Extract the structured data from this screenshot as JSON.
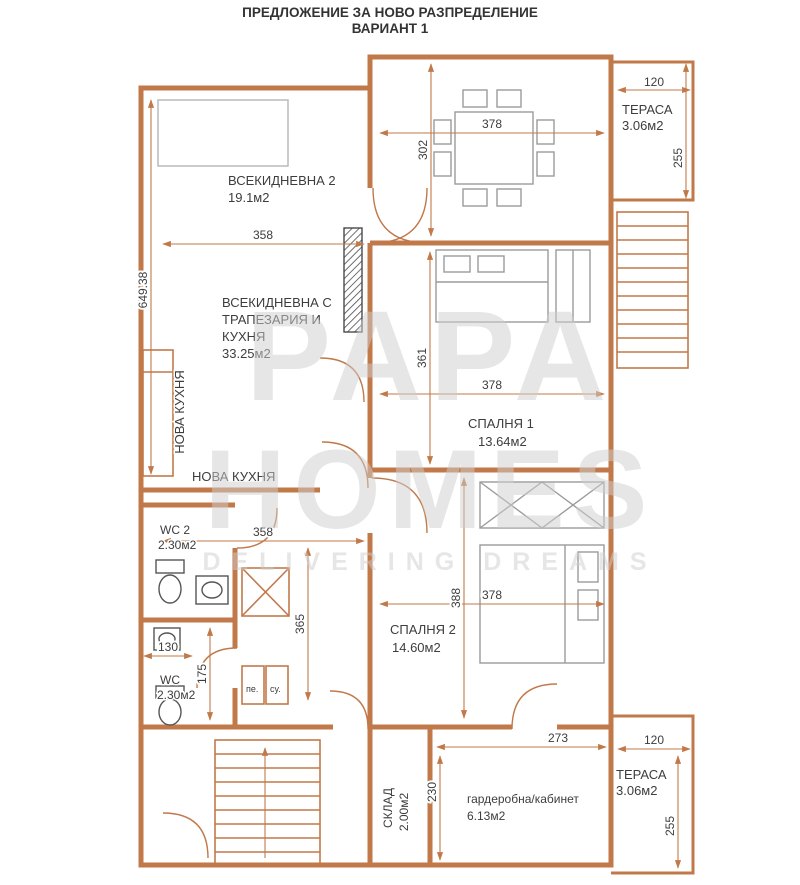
{
  "title": {
    "line1": "ПРЕДЛОЖЕНИЕ ЗА НОВО РАЗПРЕДЕЛЕНИЕ",
    "line2": "ВАРИАНТ 1"
  },
  "watermark": {
    "line1": "PAPA",
    "line2": "HOMES",
    "tagline": "DELIVERING DREAMS"
  },
  "colors": {
    "wall": "#c1794a",
    "label": "#3d3d3d",
    "furniture": "#9b9b9b",
    "watermark": "#cfcfcf"
  },
  "rooms": {
    "living2": {
      "label": "ВСЕКИДНЕВНА 2",
      "area": "19.1м2"
    },
    "living_kitchen": {
      "line1": "ВСЕКИДНЕВНА С",
      "line2": "ТРАПЕЗАРИЯ И",
      "line3": "КУХНЯ",
      "area": "33.25м2"
    },
    "new_kitchen_vertical": {
      "label": "НОВА КУХНЯ"
    },
    "new_kitchen_horizontal": {
      "label": "НОВА КУХНЯ"
    },
    "bedroom1": {
      "label": "СПАЛНЯ 1",
      "area": "13.64м2"
    },
    "bedroom2": {
      "label": "СПАЛНЯ 2",
      "area": "14.60м2"
    },
    "wc2": {
      "label": "WC 2",
      "area": "2.30м2"
    },
    "wc": {
      "label": "WC",
      "area": "2.30м2"
    },
    "terrace_top": {
      "label": "ТЕРАСА",
      "area": "3.06м2"
    },
    "terrace_bottom": {
      "label": "ТЕРАСА",
      "area": "3.06м2"
    },
    "storage": {
      "label": "СКЛАД",
      "area": "2.00м2"
    },
    "wardrobe_office": {
      "label": "гардеробна/кабинет",
      "area": "6.13м2"
    },
    "washer": {
      "label": "пе."
    },
    "dryer": {
      "label": "су."
    }
  },
  "dimensions": {
    "dining_width": "378",
    "dining_height": "302",
    "living2_width": "358",
    "left_side_height": "649.38",
    "bedroom1_height": "361",
    "bedroom1_width": "378",
    "hall_width": "358",
    "hall_height": "365",
    "bedroom2_height": "388",
    "bedroom2_width": "378",
    "wc_width": "130",
    "wc_height": "175",
    "wardrobe_width": "273",
    "wardrobe_height": "230",
    "terrace_top_width": "120",
    "terrace_top_height": "255",
    "terrace_bottom_width": "120",
    "terrace_bottom_height": "255"
  }
}
